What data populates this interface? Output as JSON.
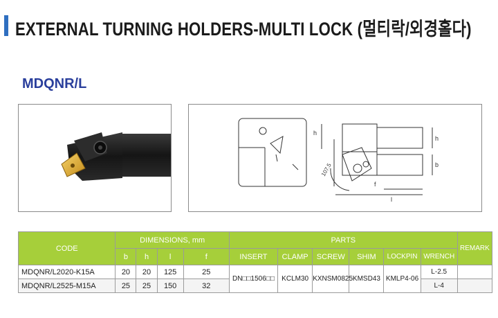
{
  "header": {
    "title": "EXTERNAL TURNING HOLDERS-MULTI LOCK (멀티락/외경홀다)",
    "model": "MDQNR/L"
  },
  "drawing": {
    "dim_h": "h",
    "dim_b": "b",
    "dim_f": "f",
    "dim_l": "l",
    "angle": "107.5"
  },
  "table": {
    "code_label": "CODE",
    "dimensions_label": "DIMENSIONS, mm",
    "parts_label": "PARTS",
    "remark_label": "REMARK",
    "dim_cols": [
      "b",
      "h",
      "l",
      "f"
    ],
    "parts_cols": [
      "INSERT",
      "CLAMP",
      "SCREW",
      "SHIM",
      "LOCKPIN",
      "WRENCH"
    ],
    "rows": [
      {
        "code": "MDQNR/L2020-K15A",
        "b": "20",
        "h": "20",
        "l": "125",
        "f": "25"
      },
      {
        "code": "MDQNR/L2525-M15A",
        "b": "25",
        "h": "25",
        "l": "150",
        "f": "32"
      }
    ],
    "parts": {
      "insert": "DN□□1506□□",
      "clamp": "KCLM30",
      "screw": "KXNSM0825",
      "shim": "KMSD43",
      "lockpin": "KMLP4-06",
      "wrench_1": "L-2.5",
      "wrench_2": "L-4"
    }
  },
  "colors": {
    "accent_bar": "#2f6fc0",
    "table_header": "#a6cf3a",
    "model_text": "#2a3f9c"
  }
}
